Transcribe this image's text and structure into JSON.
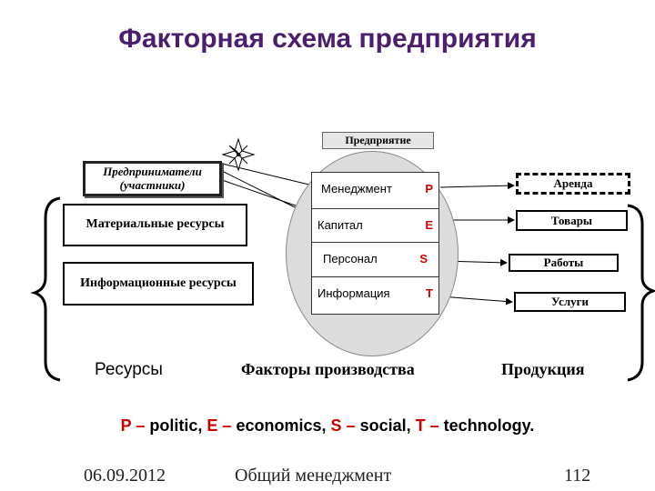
{
  "title": "Факторная схема предприятия",
  "enterprise_label": "Предприятие",
  "participants": "Предприниматели (участники)",
  "resources": {
    "material": "Материальные ресурсы",
    "information": "Информационные ресурсы"
  },
  "factors": [
    {
      "label": "Менеджмент",
      "letter": "P"
    },
    {
      "label": "Капитал",
      "letter": "E"
    },
    {
      "label": "Персонал",
      "letter": "S"
    },
    {
      "label": "Информация",
      "letter": "T"
    }
  ],
  "products": {
    "rent": "Аренда",
    "goods": "Товары",
    "works": "Работы",
    "services": "Услуги"
  },
  "captions": {
    "resources": "Ресурсы",
    "factors": "Факторы производства",
    "products": "Продукция"
  },
  "legend": {
    "p_letter": "P",
    "p_text": "politic,",
    "e_letter": "E",
    "e_text": "economics,",
    "s_letter": "S",
    "s_text": "social,",
    "t_letter": "T",
    "t_text": "technology.",
    "dash": "–"
  },
  "footer": {
    "date": "06.09.2012",
    "course": "Общий менеджмент",
    "page": "112"
  },
  "colors": {
    "title": "#4b1f6e",
    "accent": "#cc0000",
    "ellipse": "#dcdcdc"
  }
}
